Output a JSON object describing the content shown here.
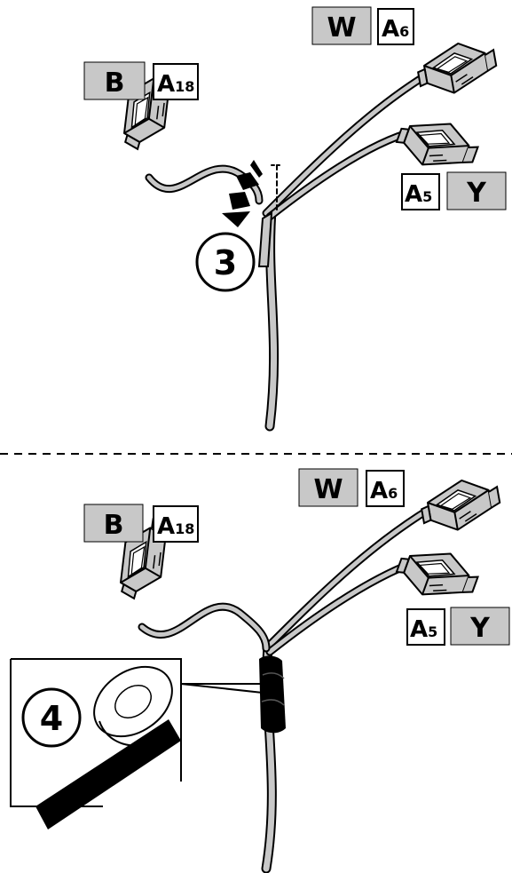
{
  "labels": {
    "top": {
      "b_letter": "B",
      "b_code": "A",
      "b_code_sub": "18",
      "w_letter": "W",
      "w_code": "A",
      "w_code_sub": "6",
      "y_letter": "Y",
      "y_code": "A",
      "y_code_sub": "5",
      "step": "3"
    },
    "bottom": {
      "b_letter": "B",
      "b_code": "A",
      "b_code_sub": "18",
      "w_letter": "W",
      "w_code": "A",
      "w_code_sub": "6",
      "y_letter": "Y",
      "y_code": "A",
      "y_code_sub": "5",
      "step": "4"
    }
  },
  "colors": {
    "label_fill": "#c8c8c8",
    "wire": "#c8c8c8",
    "tape": "#000000",
    "outline": "#000000"
  }
}
